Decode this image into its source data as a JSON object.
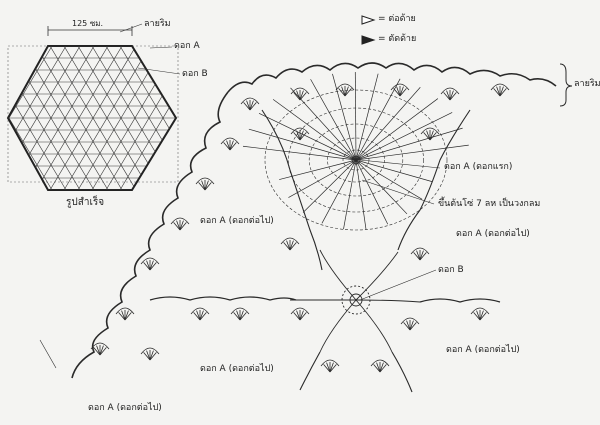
{
  "legend": {
    "join_symbol": "▷",
    "join_text": "= ต่อด้าย",
    "cut_symbol": "▶",
    "cut_text": "= ตัดด้าย"
  },
  "inset": {
    "dimension": "125 ซม.",
    "border_label": "ลายริม",
    "motif_a": "ดอก A",
    "motif_b": "ดอก B",
    "caption": "รูปสำเร็จ"
  },
  "diagram": {
    "border_right": "ลายริม",
    "first_motif": "ดอก A (ดอกแรก)",
    "center_note": "ขึ้นต้นโซ่ 7 ลห เป็นวงกลม",
    "next_left": "ดอก A (ดอกต่อไป)",
    "next_right": "ดอก A (ดอกต่อไป)",
    "motif_b": "ดอก B",
    "next_lower_left": "ดอก A (ดอกต่อไป)",
    "next_lower_right": "ดอก A (ดอกต่อไป)",
    "next_bottom": "ดอก A (ดอกต่อไป)"
  },
  "colors": {
    "ink": "#222222",
    "paper": "#f4f4f2"
  }
}
